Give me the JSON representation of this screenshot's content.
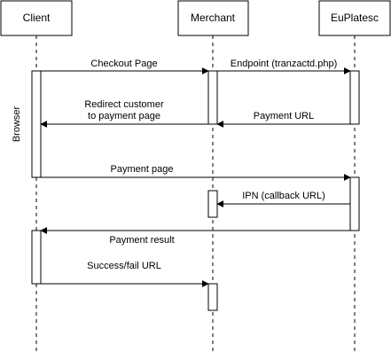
{
  "participants": {
    "client": "Client",
    "merchant": "Merchant",
    "euplatesc": "EuPlatesc"
  },
  "side_label": "Browser",
  "messages": {
    "checkout_page": "Checkout Page",
    "endpoint": "Endpoint (tranzactd.php)",
    "redirect_line1": "Redirect customer",
    "redirect_line2": "to payment page",
    "payment_url": "Payment URL",
    "payment_page": "Payment page",
    "ipn": "IPN (callback URL)",
    "payment_result": "Payment result",
    "success_fail_url": "Success/fail URL"
  }
}
